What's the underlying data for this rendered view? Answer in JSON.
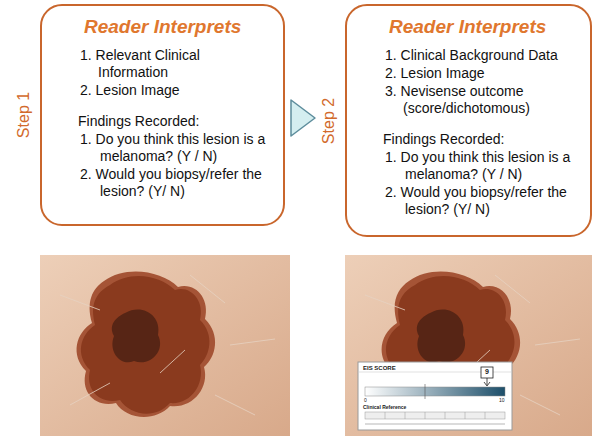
{
  "diagram": {
    "nodes": [
      {
        "text": [
          "Reader Interprets",
          "1. Relevant Clinical Information",
          "2. Lesion Image",
          "Findings Recorded:",
          "1. Do you think this lesion is a melanoma? (Y / N)",
          "2. Would you biopsy/refer the lesion? (Y/ N)",
          "Step 1"
        ]
      },
      {
        "text": [
          "Reader Interprets",
          "1. Clinical Background Data",
          "2. Lesion Image",
          "3. Nevisense outcome (score/dichotomous)",
          "Findings Recorded:",
          "1. Do you think this lesion is a melanoma? (Y / N)",
          "2. Would you biopsy/refer the lesion? (Y/ N)",
          "Step 2"
        ]
      }
    ],
    "edges": [
      {
        "from": 0,
        "to": 1,
        "arrow": "to"
      }
    ],
    "labels": [
      "EIS SCORE",
      "9",
      "0",
      "10",
      "Clinical Reference"
    ]
  }
}
